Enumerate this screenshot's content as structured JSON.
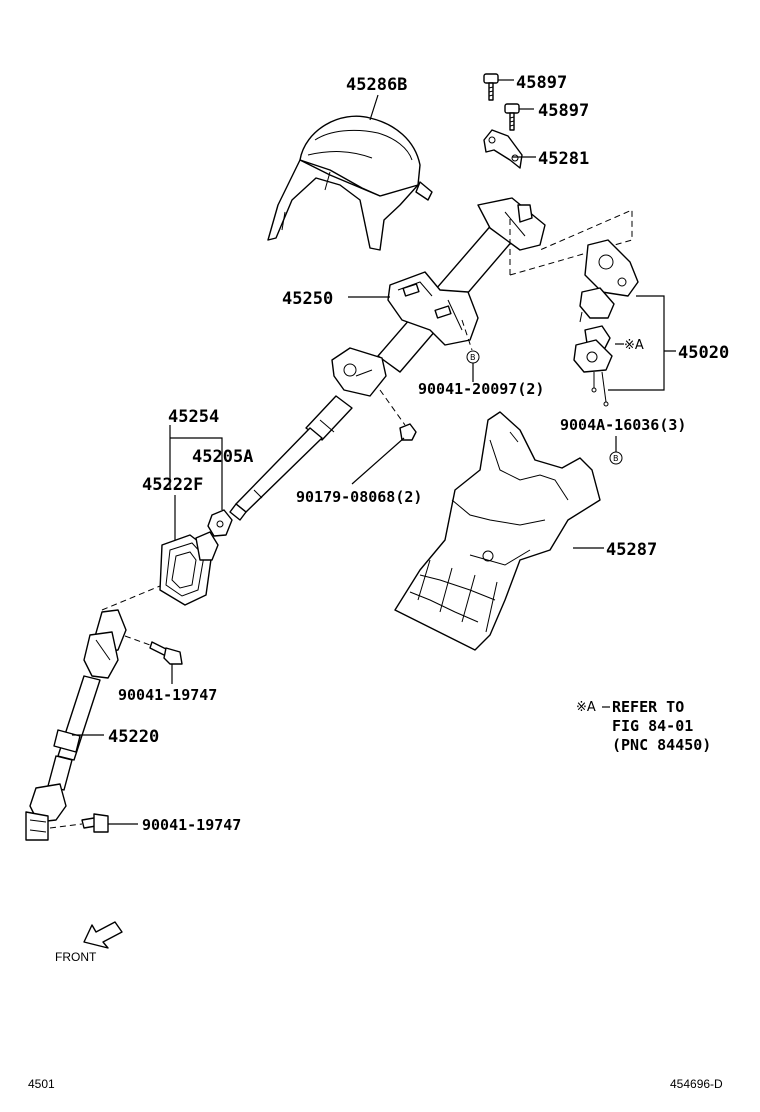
{
  "parts": {
    "p45286b": "45286B",
    "p45897a": "45897",
    "p45897b": "45897",
    "p45281": "45281",
    "p45250": "45250",
    "p45020": "45020",
    "p90041_20097": "90041-20097(2)",
    "p9004a_16036": "9004A-16036(3)",
    "p45254": "45254",
    "p45205a": "45205A",
    "p45222f": "45222F",
    "p90179_08068": "90179-08068(2)",
    "p45287": "45287",
    "p90041_19747a": "90041-19747",
    "p45220": "45220",
    "p90041_19747b": "90041-19747"
  },
  "marks": {
    "a_symbol": "※A",
    "b_symbol": "B"
  },
  "note": {
    "symbol": "※A",
    "line1": "REFER TO",
    "line2": "FIG 84-01",
    "line3": "(PNC 84450)"
  },
  "direction": "FRONT",
  "footer": {
    "figure_number": "4501",
    "illustration_id": "454696-D"
  }
}
